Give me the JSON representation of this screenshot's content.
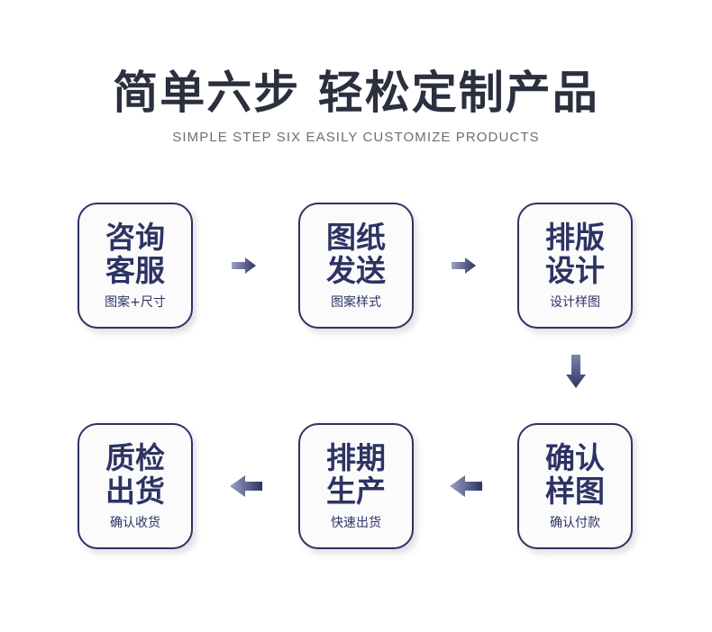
{
  "header": {
    "title": "简单六步 轻松定制产品",
    "subtitle": "SIMPLE STEP SIX EASILY CUSTOMIZE PRODUCTS"
  },
  "colors": {
    "title_text": "#2b2f3e",
    "subtitle_text": "#6d6d76",
    "box_border": "#2d3363",
    "box_fill": "#fbfbfc",
    "box_text": "#2d3363",
    "arrow_light": "#9a9fc4",
    "arrow_dark": "#2d3363",
    "page_background": "#ffffff"
  },
  "flow": {
    "rows": [
      {
        "direction": "left-to-right",
        "steps": [
          {
            "index": 1,
            "title_line1": "咨询",
            "title_line2": "客服",
            "caption": "图案+尺寸"
          },
          {
            "index": 2,
            "title_line1": "图纸",
            "title_line2": "发送",
            "caption": "图案样式"
          },
          {
            "index": 3,
            "title_line1": "排版",
            "title_line2": "设计",
            "caption": "设计样图"
          }
        ]
      },
      {
        "direction": "right-to-left",
        "steps": [
          {
            "index": 6,
            "title_line1": "质检",
            "title_line2": "出货",
            "caption": "确认收货"
          },
          {
            "index": 5,
            "title_line1": "排期",
            "title_line2": "生产",
            "caption": "快速出货"
          },
          {
            "index": 4,
            "title_line1": "确认",
            "title_line2": "样图",
            "caption": "确认付款"
          }
        ]
      }
    ],
    "connectors": [
      {
        "name": "arrow-right-step1-step2",
        "glyph": "arrow-right-icon"
      },
      {
        "name": "arrow-right-step2-step3",
        "glyph": "arrow-right-icon"
      },
      {
        "name": "arrow-down-step3-step4",
        "glyph": "arrow-down-icon"
      },
      {
        "name": "arrow-left-step5-step6",
        "glyph": "arrow-left-icon"
      },
      {
        "name": "arrow-left-step4-step5",
        "glyph": "arrow-left-icon"
      }
    ]
  }
}
